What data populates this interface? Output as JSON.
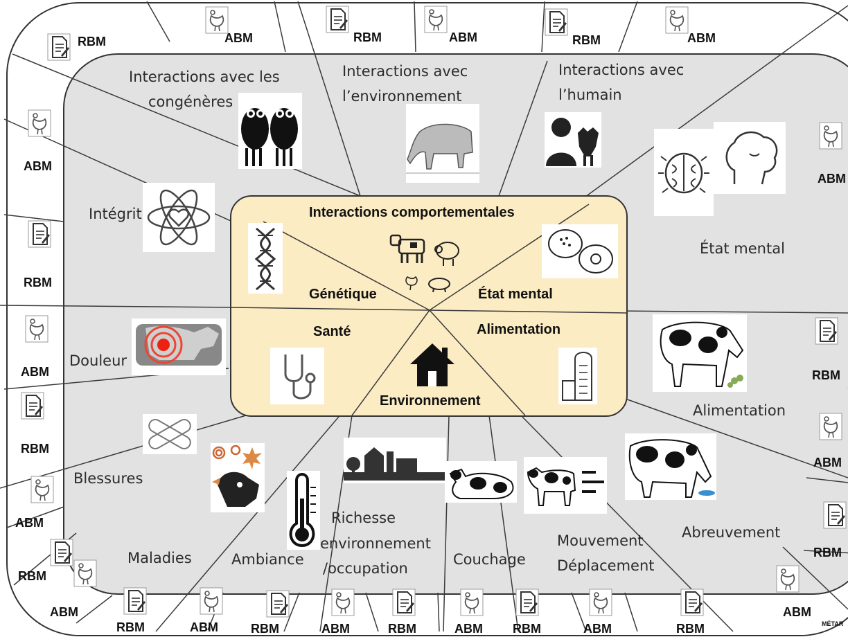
{
  "center_title": "Interactions comportementales",
  "center_domains": {
    "genetics": "Génétique",
    "mental": "État mental",
    "health": "Santé",
    "feeding": "Alimentation",
    "environment": "Environnement"
  },
  "outer_criteria": {
    "interactions_congeneres": [
      "Interactions avec les",
      "congénères"
    ],
    "interactions_environnement": [
      "Interactions avec",
      "l’environnement"
    ],
    "interactions_humain": [
      "Interactions avec",
      "l’humain"
    ],
    "integrite": "Intégrité",
    "etat_mental": "État mental",
    "douleur": "Douleur",
    "alimentation": "Alimentation",
    "blessures": "Blessures",
    "maladies": "Maladies",
    "ambiance": "Ambiance",
    "richesse": [
      "Richesse",
      "environnement",
      "/occupation"
    ],
    "couchage": "Couchage",
    "mouvement": [
      "Mouvement",
      "Déplacement"
    ],
    "abreuvement": "Abreuvement"
  },
  "tags": {
    "rbm": "RBM",
    "abm": "ABM"
  },
  "corner_note": "MÉTAR",
  "colors": {
    "ring_bg": "#e2e2e2",
    "center_bg": "#fcecc4",
    "line": "#3a3a3a"
  }
}
